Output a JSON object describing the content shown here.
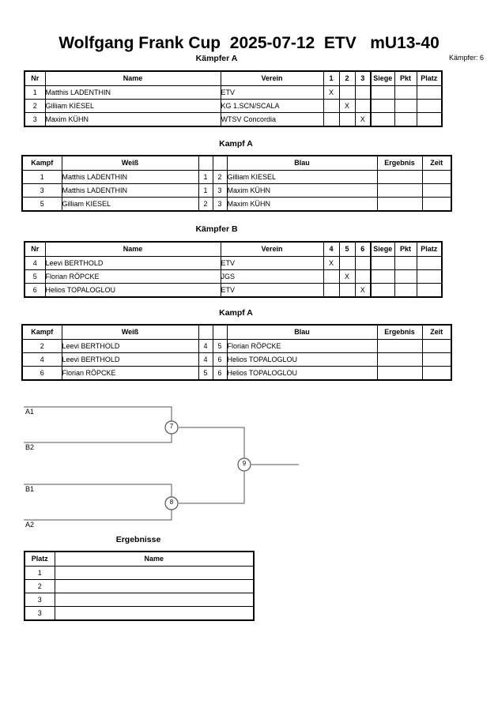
{
  "header": {
    "title": "Wolfgang Frank Cup  2025-07-12  ETV   mU13-40",
    "fighter_count_label": "Kämpfer: 6"
  },
  "pools": [
    {
      "caption": "Kämpfer A",
      "columns": [
        "Nr",
        "Name",
        "Verein",
        "1",
        "2",
        "3",
        "Siege",
        "Pkt",
        "Platz"
      ],
      "rows": [
        {
          "nr": "1",
          "name": "Matthis LADENTHIN",
          "verein": "ETV",
          "m1": "X",
          "m2": "",
          "m3": "",
          "siege": "",
          "pkt": "",
          "platz": ""
        },
        {
          "nr": "2",
          "name": "Gilliam KIESEL",
          "verein": "KG 1.SCN/SCALA",
          "m1": "",
          "m2": "X",
          "m3": "",
          "siege": "",
          "pkt": "",
          "platz": ""
        },
        {
          "nr": "3",
          "name": "Maxim KÜHN",
          "verein": "WTSV Concordia",
          "m1": "",
          "m2": "",
          "m3": "X",
          "siege": "",
          "pkt": "",
          "platz": ""
        }
      ]
    },
    {
      "caption": "Kämpfer B",
      "columns": [
        "Nr",
        "Name",
        "Verein",
        "4",
        "5",
        "6",
        "Siege",
        "Pkt",
        "Platz"
      ],
      "rows": [
        {
          "nr": "4",
          "name": "Leevi BERTHOLD",
          "verein": "ETV",
          "m1": "X",
          "m2": "",
          "m3": "",
          "siege": "",
          "pkt": "",
          "platz": ""
        },
        {
          "nr": "5",
          "name": "Florian RÖPCKE",
          "verein": "JGS",
          "m1": "",
          "m2": "X",
          "m3": "",
          "siege": "",
          "pkt": "",
          "platz": ""
        },
        {
          "nr": "6",
          "name": "Helios TOPALOGLOU",
          "verein": "ETV",
          "m1": "",
          "m2": "",
          "m3": "X",
          "siege": "",
          "pkt": "",
          "platz": ""
        }
      ]
    }
  ],
  "bouts": [
    {
      "caption": "Kampf A",
      "columns": [
        "Kampf",
        "Weiß",
        "",
        "",
        "Blau",
        "Ergebnis",
        "Zeit"
      ],
      "rows": [
        {
          "kampf": "1",
          "weiss": "Matthis LADENTHIN",
          "wnr": "1",
          "bnr": "2",
          "blau": "Gilliam KIESEL",
          "ergebnis": "",
          "zeit": ""
        },
        {
          "kampf": "3",
          "weiss": "Matthis LADENTHIN",
          "wnr": "1",
          "bnr": "3",
          "blau": "Maxim KÜHN",
          "ergebnis": "",
          "zeit": ""
        },
        {
          "kampf": "5",
          "weiss": "Gilliam KIESEL",
          "wnr": "2",
          "bnr": "3",
          "blau": "Maxim KÜHN",
          "ergebnis": "",
          "zeit": ""
        }
      ]
    },
    {
      "caption": "Kampf A",
      "columns": [
        "Kampf",
        "Weiß",
        "",
        "",
        "Blau",
        "Ergebnis",
        "Zeit"
      ],
      "rows": [
        {
          "kampf": "2",
          "weiss": "Leevi BERTHOLD",
          "wnr": "4",
          "bnr": "5",
          "blau": "Florian RÖPCKE",
          "ergebnis": "",
          "zeit": ""
        },
        {
          "kampf": "4",
          "weiss": "Leevi BERTHOLD",
          "wnr": "4",
          "bnr": "6",
          "blau": "Helios TOPALOGLOU",
          "ergebnis": "",
          "zeit": ""
        },
        {
          "kampf": "6",
          "weiss": "Florian RÖPCKE",
          "wnr": "5",
          "bnr": "6",
          "blau": "Helios TOPALOGLOU",
          "ergebnis": "",
          "zeit": ""
        }
      ]
    }
  ],
  "bracket": {
    "seed_labels": [
      "A1",
      "B2",
      "B1",
      "A2"
    ],
    "node_labels": [
      "7",
      "8",
      "9"
    ]
  },
  "results": {
    "caption": "Ergebnisse",
    "columns": [
      "Platz",
      "Name"
    ],
    "rows": [
      {
        "platz": "1",
        "name": ""
      },
      {
        "platz": "2",
        "name": ""
      },
      {
        "platz": "3",
        "name": ""
      },
      {
        "platz": "3",
        "name": ""
      }
    ]
  }
}
